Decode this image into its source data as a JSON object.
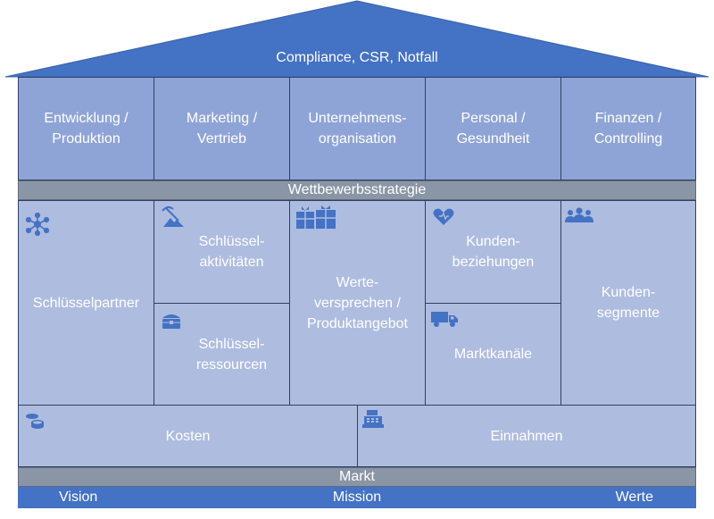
{
  "roof": {
    "label": "Compliance, CSR, Notfall"
  },
  "departments": [
    {
      "label": "Entwicklung /\nProduktion"
    },
    {
      "label": "Marketing /\nVertrieb"
    },
    {
      "label": "Unternehmens-\norganisation"
    },
    {
      "label": "Personal /\nGesundheit"
    },
    {
      "label": "Finanzen /\nControlling"
    }
  ],
  "strategy_bar": {
    "label": "Wettbewerbsstrategie"
  },
  "canvas": {
    "partners": {
      "label": "Schlüsselpartner",
      "icon": "network-icon"
    },
    "activities": {
      "label": "Schlüssel-\naktivitäten",
      "icon": "mining-icon"
    },
    "resources": {
      "label": "Schlüssel-\nressourcen",
      "icon": "treasure-chest-icon"
    },
    "value": {
      "label": "Werte-\nversprechen /\nProduktangebot",
      "icon": "gifts-icon"
    },
    "relationships": {
      "label": "Kunden-\nbeziehungen",
      "icon": "heart-hand-icon"
    },
    "channels": {
      "label": "Marktkanäle",
      "icon": "truck-icon"
    },
    "segments": {
      "label": "Kunden-\nsegmente",
      "icon": "people-icon"
    },
    "costs": {
      "label": "Kosten",
      "icon": "coins-icon"
    },
    "revenue": {
      "label": "Einnahmen",
      "icon": "cash-register-icon"
    }
  },
  "market_bar": {
    "label": "Markt"
  },
  "foundation": {
    "vision": "Vision",
    "mission": "Mission",
    "values": "Werte"
  },
  "colors": {
    "roof": "#4472c4",
    "departments": "#8fa4d6",
    "canvas": "#aebcdf",
    "bars": "#8a95a6",
    "icon": "#4472c4"
  }
}
